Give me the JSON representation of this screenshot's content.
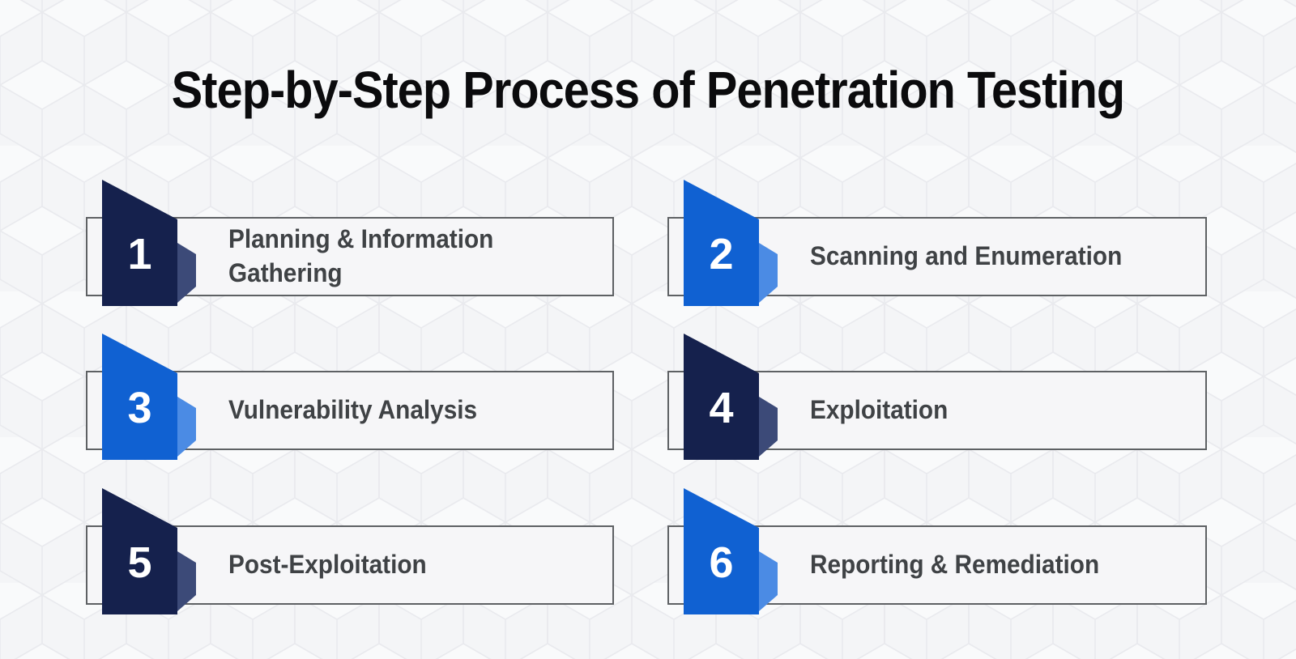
{
  "title": "Step-by-Step Process of Penetration Testing",
  "steps": [
    {
      "num": "1",
      "label": "Planning & Information Gathering",
      "theme": "navy"
    },
    {
      "num": "2",
      "label": "Scanning and Enumeration",
      "theme": "blue"
    },
    {
      "num": "3",
      "label": "Vulnerability Analysis",
      "theme": "blue"
    },
    {
      "num": "4",
      "label": "Exploitation",
      "theme": "navy"
    },
    {
      "num": "5",
      "label": "Post-Exploitation",
      "theme": "navy"
    },
    {
      "num": "6",
      "label": "Reporting & Remediation",
      "theme": "blue"
    }
  ],
  "colors": {
    "page_background": "#f4f5f7",
    "pattern_line": "#e8e9ed",
    "badge_navy": "#15214d",
    "badge_navy_shade": "#3c4a78",
    "badge_blue": "#1061d2",
    "badge_blue_shade": "#4b8be4",
    "box_background": "#f6f6f8",
    "box_border": "#5e6164",
    "label_text": "#3f4245",
    "title_text": "#0b0b0d",
    "number_text": "#ffffff"
  },
  "icons": {
    "badge_shape": "numbered-ribbon-badge",
    "background_shape": "hexagon-cube-pattern"
  }
}
